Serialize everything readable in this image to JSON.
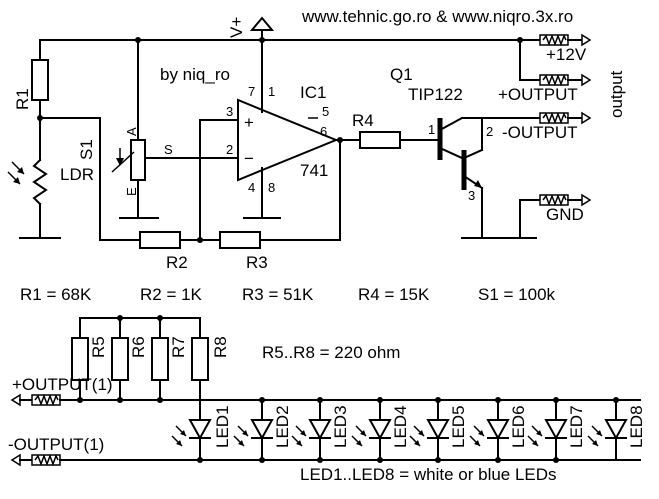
{
  "header": {
    "site_text": "www.tehnic.go.ro & www.niqro.3x.ro"
  },
  "credit": "by niq_ro",
  "supply": {
    "label": "V+"
  },
  "components": {
    "r1": "R1",
    "s1": "S1",
    "ldr": "LDR",
    "ic1": "IC1",
    "opamp_model": "741",
    "r2": "R2",
    "r3": "R3",
    "r4": "R4",
    "q1": "Q1",
    "transistor_model": "TIP122",
    "r5": "R5",
    "r6": "R6",
    "r7": "R7",
    "r8": "R8"
  },
  "pins": {
    "p7": "7",
    "p1": "1",
    "p3": "3",
    "p2": "2",
    "p5": "5",
    "p6": "6",
    "p4": "4",
    "p8": "8",
    "plus": "+",
    "minus": "−",
    "pot_a": "A",
    "pot_s": "S",
    "pot_e": "E",
    "q_b": "1",
    "q_c": "2",
    "q_e": "3"
  },
  "outputs": {
    "vcc": "+12V",
    "pos": "+OUTPUT",
    "neg": "-OUTPUT",
    "gnd": "GND",
    "side_label": "output"
  },
  "values": {
    "r1": "R1 = 68K",
    "r2": "R2 = 1K",
    "r3": "R3 = 51K",
    "r4": "R4 = 15K",
    "s1": "S1 = 100k",
    "r5_r8": "R5..R8 = 220 ohm"
  },
  "led_section": {
    "pos_input": "+OUTPUT(1)",
    "neg_input": "-OUTPUT(1)",
    "leds": [
      "LED1",
      "LED2",
      "LED3",
      "LED4",
      "LED5",
      "LED6",
      "LED7",
      "LED8"
    ],
    "note": "LED1..LED8 = white or blue LEDs"
  }
}
